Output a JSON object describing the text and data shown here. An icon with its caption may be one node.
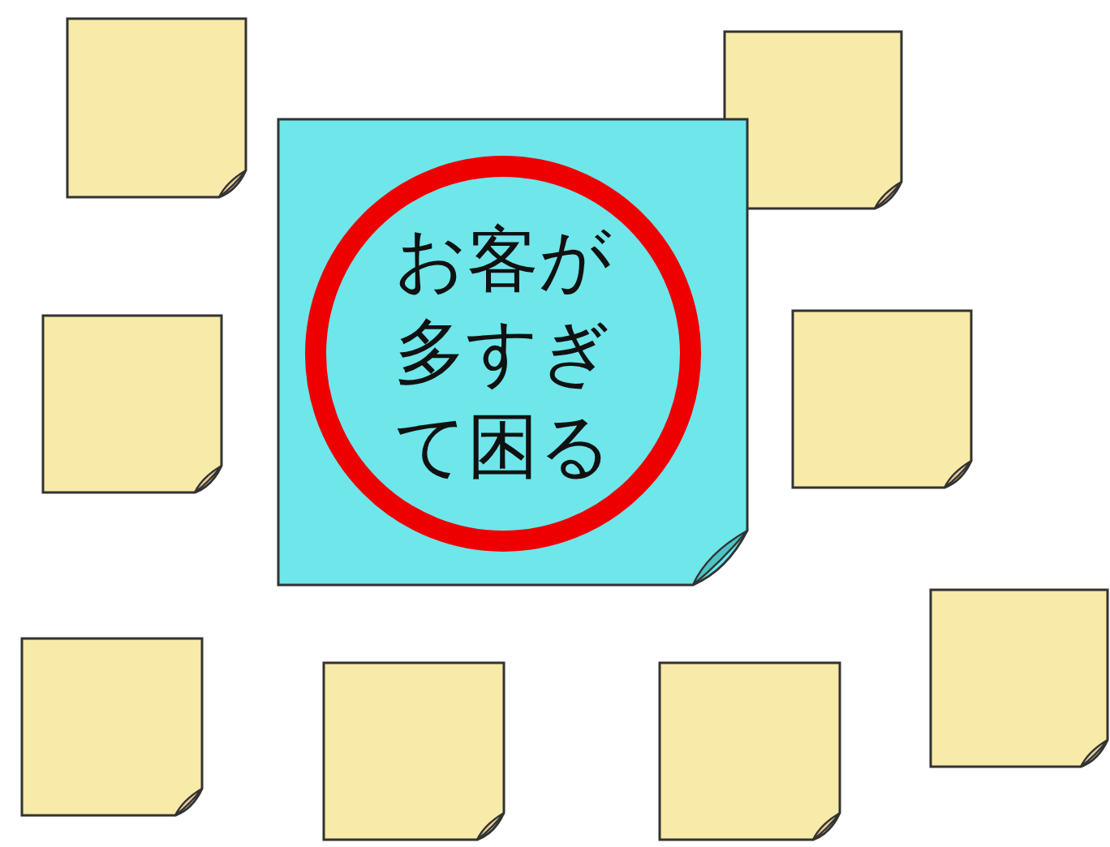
{
  "diagram": {
    "nodes": [
      {
        "text": [],
        "shape": "note"
      },
      {
        "text": [],
        "shape": "note"
      },
      {
        "text": [],
        "shape": "note"
      },
      {
        "text": [
          "お客が多すぎて困る"
        ],
        "in": 2
      },
      {
        "text": [],
        "shape": "note"
      },
      {
        "text": [],
        "shape": "note"
      },
      {
        "text": [],
        "shape": "note"
      },
      {
        "text": [],
        "shape": "note"
      },
      {
        "text": [],
        "shape": "note"
      },
      {
        "text": [],
        "shape": "note"
      }
    ]
  }
}
